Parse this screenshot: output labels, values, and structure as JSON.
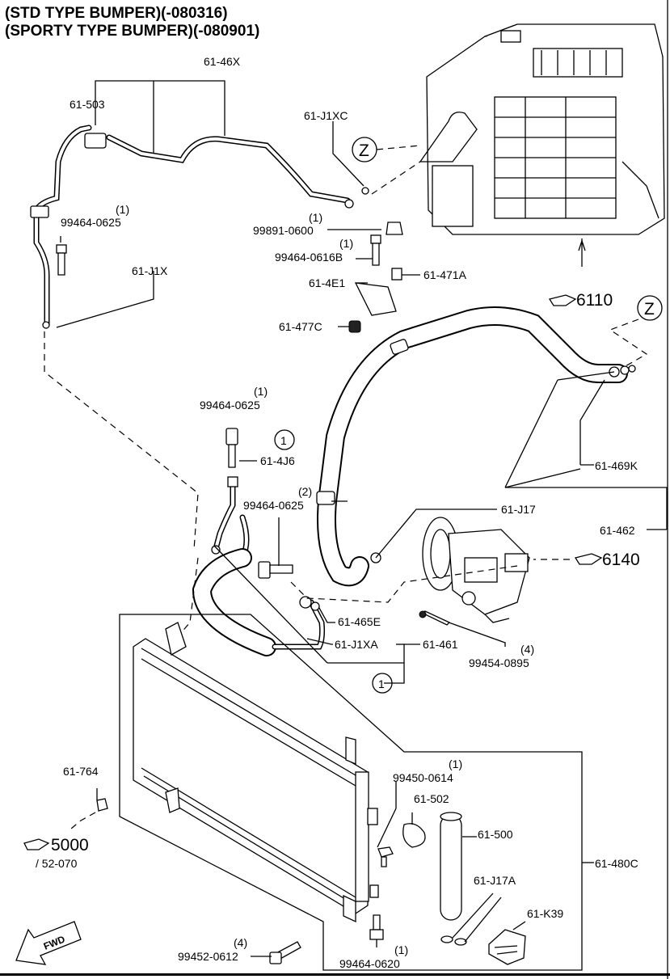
{
  "header": {
    "line1": "(STD TYPE BUMPER)(-080316)",
    "line2": "(SPORTY TYPE BUMPER)(-080901)"
  },
  "callouts": {
    "p61_46X": "61-46X",
    "p61_503": "61-503",
    "p61_J1XC": "61-J1XC",
    "p61_J1X": "61-J1X",
    "q1_99464_0625_top": "(1)",
    "p99464_0625_top": "99464-0625",
    "q1_99891": "(1)",
    "p99891_0600": "99891-0600",
    "q1_99464_0616B": "(1)",
    "p99464_0616B": "99464-0616B",
    "p61_471A": "61-471A",
    "p61_4E1": "61-4E1",
    "p61_477C": "61-477C",
    "q1_99464_0625_mid": "(1)",
    "p99464_0625_mid": "99464-0625",
    "circle1_top": "1",
    "p61_4J6": "61-4J6",
    "q2_99464_0625": "(2)",
    "p99464_0625_low": "99464-0625",
    "p61_J17": "61-J17",
    "p61_469K": "61-469K",
    "p61_462": "61-462",
    "p61_465E": "61-465E",
    "p61_J1XA": "61-J1XA",
    "p61_461": "61-461",
    "q4_99454": "(4)",
    "p99454_0895": "99454-0895",
    "circle1_bottom": "1",
    "p61_764": "61-764",
    "q1_99450": "(1)",
    "p99450_0614": "99450-0614",
    "p61_502": "61-502",
    "p61_500": "61-500",
    "p61_480C": "61-480C",
    "p61_J17A": "61-J17A",
    "p61_K39": "61-K39",
    "q4_99452": "(4)",
    "p99452_0612": "99452-0612",
    "q1_99464_0620": "(1)",
    "p99464_0620": "99464-0620"
  },
  "section_refs": {
    "z_top": "Z",
    "z_right": "Z",
    "ref_6110": "6110",
    "ref_6140": "6140",
    "ref_5000": "5000",
    "ref_5000_sub": "/ 52-070"
  },
  "fwd_label": "FWD",
  "icons": [
    "pointing-hand-icon",
    "fwd-arrow-icon"
  ]
}
